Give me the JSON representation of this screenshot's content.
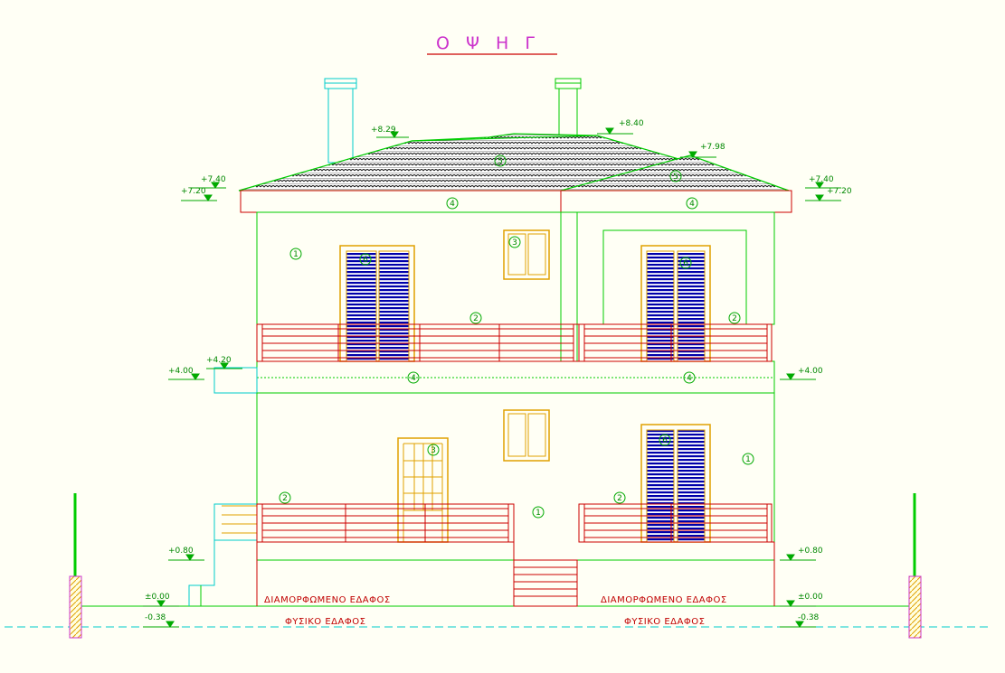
{
  "title": "Ο Ψ Η   Γ",
  "colors": {
    "background": "#fffff5",
    "outline": "#00cc00",
    "railing": "#cc0000",
    "shutter": "#0000aa",
    "frame": "#e0a000",
    "chimney": "#00cccc",
    "level_mark": "#00aa00",
    "title": "#cc33cc",
    "ground_text": "#cc0000"
  },
  "levels": {
    "ridge_left": "+8.29",
    "ridge_right": "+8.40",
    "ridge_hip": "+7.98",
    "eave_top_left": "+7.40",
    "eave_bottom_left": "+7.20",
    "eave_top_right": "+7.40",
    "eave_bottom_right": "+7.20",
    "slab_left_upper": "+4.20",
    "slab_left": "+4.00",
    "slab_right": "+4.00",
    "ground_floor_left": "+0.80",
    "ground_floor_right": "+0.80",
    "zero_left": "±0.00",
    "zero_right": "±0.00",
    "natural_left": "-0.38",
    "natural_right": "-0.38"
  },
  "ground_labels": {
    "formed_left": "ΔΙΑΜΟΡΦΩΜΕΝΟ ΕΔΑΦΟΣ",
    "formed_right": "ΔΙΑΜΟΡΦΩΜΕΝΟ ΕΔΑΦΟΣ",
    "natural_left": "ΦΥΣΙΚΟ ΕΔΑΦΟΣ",
    "natural_right": "ΦΥΣΙΚΟ ΕΔΑΦΟΣ"
  },
  "material_markers": {
    "roof_main": "5",
    "roof_hip": "5",
    "fascia_left": "4",
    "fascia_right": "4",
    "slab_left": "4",
    "slab_right": "4",
    "wall_upper_left": "1",
    "wall_ground_right": "1",
    "wall_ground_center": "1",
    "window_upper": "3",
    "door_ground": "3",
    "shutter_upper_left": "6",
    "shutter_upper_right": "6",
    "shutter_ground_right": "6",
    "railing_upper_left": "2",
    "railing_upper_right": "2",
    "railing_ground_left": "2",
    "railing_ground_right": "2"
  }
}
